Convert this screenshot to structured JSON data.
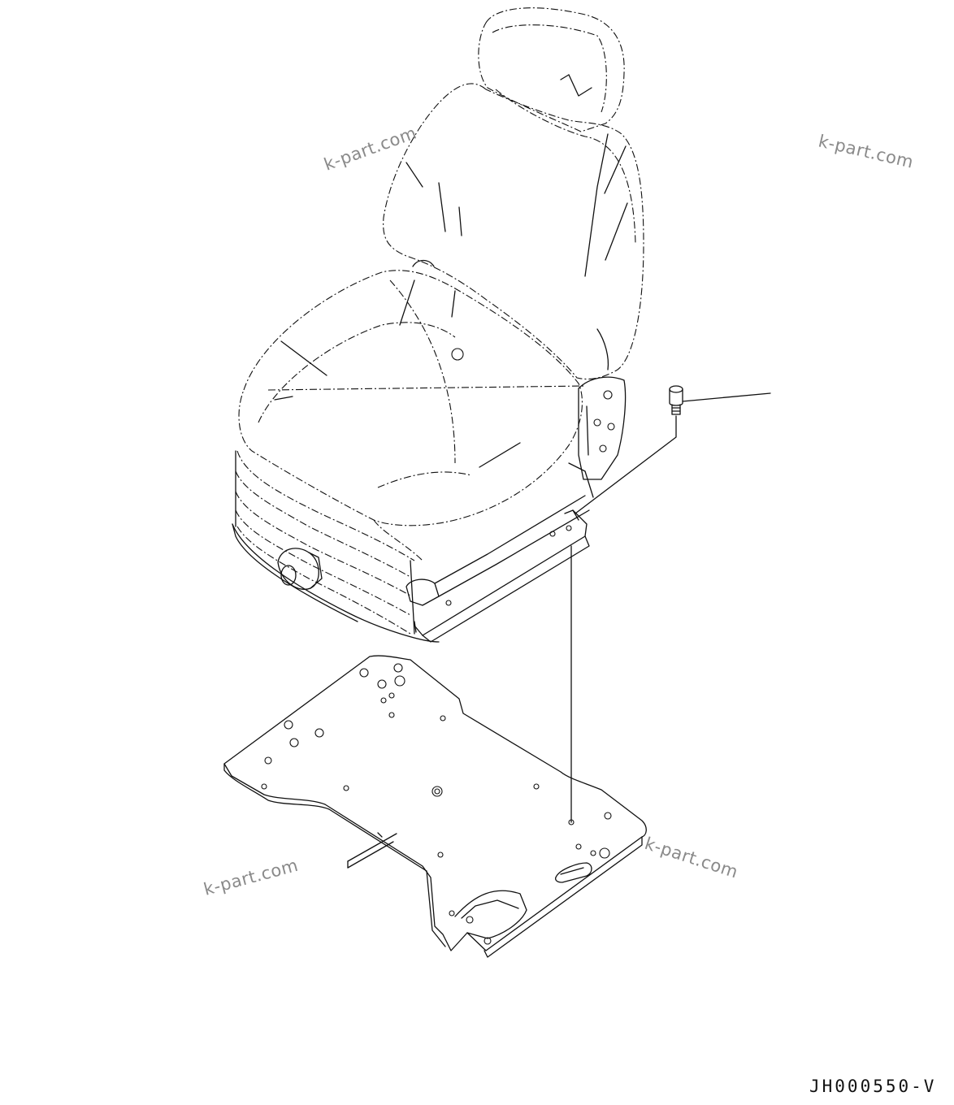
{
  "drawing": {
    "code": "JH000550-V",
    "watermarks": [
      "k-part.com",
      "k-part.com",
      "k-part.com",
      "k-part.com"
    ]
  },
  "colors": {
    "line": "#111111",
    "watermark": "#8a8a8a",
    "background": "#ffffff"
  }
}
